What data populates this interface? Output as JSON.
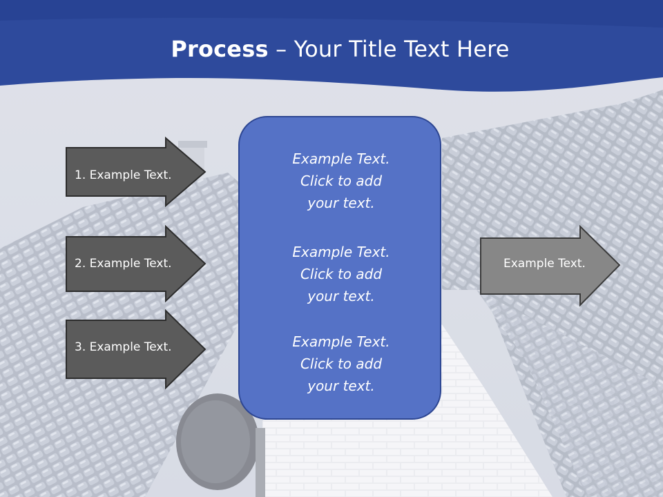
{
  "title": {
    "bold": "Process",
    "rest": " – Your Title Text Here"
  },
  "left_arrows": [
    {
      "label": "1. Example Text."
    },
    {
      "label": "2. Example Text."
    },
    {
      "label": "3. Example Text."
    }
  ],
  "center_blocks": [
    {
      "lines": [
        "Example Text.",
        "Click  to add",
        "your text."
      ]
    },
    {
      "lines": [
        "Example Text.",
        "Click  to add",
        "your text."
      ]
    },
    {
      "lines": [
        "Example Text.",
        "Click  to add",
        "your text."
      ]
    }
  ],
  "right_arrow": {
    "label": "Example Text."
  },
  "colors": {
    "header": "#2e4a9c",
    "center_box": "#5572c6",
    "left_arrow_fill": "#5b5b5b",
    "right_arrow_fill": "#878787"
  },
  "background": {
    "description_icon": "house-roof-photo"
  }
}
